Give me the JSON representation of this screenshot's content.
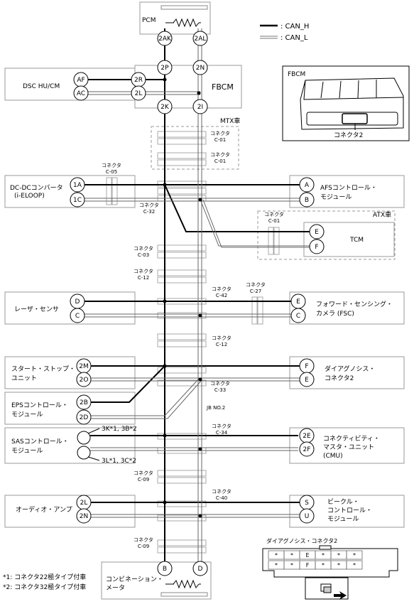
{
  "legend": {
    "can_h": ": CAN_H",
    "can_l": ": CAN_L"
  },
  "modules": {
    "pcm": "PCM",
    "dsc": "DSC HU/CM",
    "fbcm": "FBCM",
    "dcdc": [
      "DC-DCコンバータ",
      "(i-ELOOP)"
    ],
    "afs": [
      "AFSコントロール・",
      "モジュール"
    ],
    "tcm": "TCM",
    "laser": "レーザ・センサ",
    "fsc": [
      "フォワード・センシング・",
      "カメラ (FSC)"
    ],
    "start_stop": [
      "スタート・ストップ・",
      "ユニット"
    ],
    "diag": [
      "ダイアグノシス・",
      "コネクタ2"
    ],
    "eps": [
      "EPSコントロール・",
      "モジュール"
    ],
    "sas": [
      "SASコントロール・",
      "モジュール"
    ],
    "cmu": [
      "コネクティビティ・",
      "マスタ・ユニット",
      "(CMU)"
    ],
    "audio": "オーディオ・アンプ",
    "vcm": [
      "ビークル・",
      "コントロール・",
      "モジュール"
    ],
    "combi": [
      "コンビネーション・",
      "メータ"
    ]
  },
  "pins": {
    "pcm_h": "2AK",
    "pcm_l": "2AL",
    "fbcm_top_h": "2P",
    "fbcm_top_l": "2N",
    "fbcm_dsc_h": "2R",
    "fbcm_dsc_l": "2L",
    "fbcm_bot_h": "2K",
    "fbcm_bot_l": "2I",
    "dsc_h": "AF",
    "dsc_l": "AC",
    "dcdc_h": "1A",
    "dcdc_l": "1C",
    "afs_h": "A",
    "afs_l": "B",
    "tcm_h": "E",
    "tcm_l": "F",
    "laser_h": "D",
    "laser_l": "C",
    "fsc_h": "E",
    "fsc_l": "C",
    "ss_h": "2M",
    "ss_l": "2O",
    "diag_h": "F",
    "diag_l": "E",
    "eps_h": "2B",
    "eps_l": "2D",
    "cmu_h": "2E",
    "cmu_l": "2F",
    "audio_h": "2L",
    "audio_l": "2N",
    "vcm_h": "S",
    "vcm_l": "U",
    "combi_h": "B",
    "combi_l": "D"
  },
  "sas_notes": {
    "h": "3K*1, 3B*2",
    "l": "3L*1, 3C*2"
  },
  "labels": {
    "mtx": "MTX車",
    "atx": "ATX車",
    "jb": "JB NO.2",
    "fbcm_inset": "FBCM",
    "inset_connector": "コネクタ2",
    "diag_title": "ダイアグノシス・コネクタ2"
  },
  "connectors": [
    {
      "name": "コネクタ",
      "code": "C-01"
    },
    {
      "name": "コネクタ",
      "code": "C-01"
    },
    {
      "name": "コネクタ",
      "code": "C-05"
    },
    {
      "name": "コネクタ",
      "code": "C-32"
    },
    {
      "name": "コネクタ",
      "code": "C-01"
    },
    {
      "name": "コネクタ",
      "code": "C-03"
    },
    {
      "name": "コネクタ",
      "code": "C-12"
    },
    {
      "name": "コネクタ",
      "code": "C-42"
    },
    {
      "name": "コネクタ",
      "code": "C-27"
    },
    {
      "name": "コネクタ",
      "code": "C-12"
    },
    {
      "name": "コネクタ",
      "code": "C-33"
    },
    {
      "name": "コネクタ",
      "code": "C-34"
    },
    {
      "name": "コネクタ",
      "code": "C-09"
    },
    {
      "name": "コネクタ",
      "code": "C-40"
    },
    {
      "name": "コネクタ",
      "code": "C-09"
    }
  ],
  "diag_grid": {
    "row1": [
      "*",
      "*",
      "E",
      "*",
      "*",
      "*"
    ],
    "row2": [
      "*",
      "*",
      "F",
      "*",
      "*",
      "*"
    ]
  },
  "footnotes": [
    "*1: コネクタ22極タイプ付車",
    "*2: コネクタ32極タイプ付車"
  ]
}
